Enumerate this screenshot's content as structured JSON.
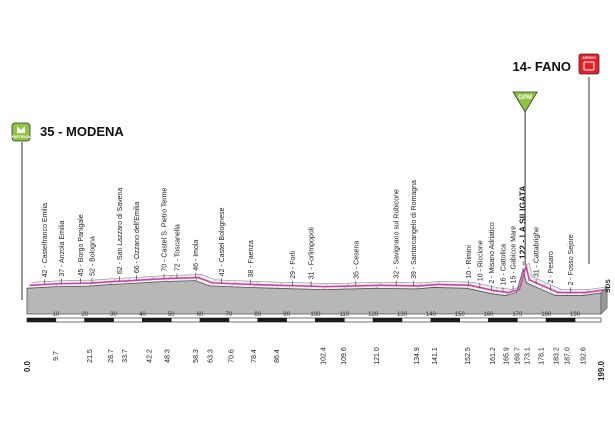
{
  "start": {
    "label": "35 - MODENA",
    "badge_text": "PARTENZA"
  },
  "finish": {
    "label": "14- FANO",
    "badge_text": "ARRIVO"
  },
  "gpm_badge_text": "GPM",
  "sds_label": "SDS",
  "towns": [
    {
      "km": 6.0,
      "label": "42 - Castelfranco Emilia",
      "climb": false
    },
    {
      "km": 12.0,
      "label": "37 - Anzola Emilia",
      "climb": false
    },
    {
      "km": 18.5,
      "label": "45 - Borgo Panigale",
      "climb": false
    },
    {
      "km": 22.5,
      "label": "52 - Bologna",
      "climb": false
    },
    {
      "km": 32.0,
      "label": "62 - San Lazzaro di Savena",
      "climb": false
    },
    {
      "km": 38.0,
      "label": "66 - Ozzano dell'Emilia",
      "climb": false
    },
    {
      "km": 47.5,
      "label": "70 - Castel S. Pietro Terme",
      "climb": false
    },
    {
      "km": 52.0,
      "label": "72 - Toscanella",
      "climb": false
    },
    {
      "km": 58.5,
      "label": "46 - Imola",
      "climb": false
    },
    {
      "km": 67.5,
      "label": "42 - Castel Bolognese",
      "climb": false
    },
    {
      "km": 77.5,
      "label": "38 - Faenza",
      "climb": false
    },
    {
      "km": 92.0,
      "label": "29 - Forlì",
      "climb": false
    },
    {
      "km": 98.5,
      "label": "31 - Forlimpopoli",
      "climb": false
    },
    {
      "km": 114.0,
      "label": "35 - Cesena",
      "climb": false
    },
    {
      "km": 128.0,
      "label": "32 - Savignano sul Rubicone",
      "climb": false
    },
    {
      "km": 134.0,
      "label": "39 - Santarcangelo di Romagna",
      "climb": false
    },
    {
      "km": 153.0,
      "label": "10 - Rimini",
      "climb": false
    },
    {
      "km": 157.0,
      "label": "10 - Riccione",
      "climb": false
    },
    {
      "km": 161.0,
      "label": "2 - Misano Adriatico",
      "climb": false
    },
    {
      "km": 165.0,
      "label": "16 - Cattolica",
      "climb": false
    },
    {
      "km": 168.5,
      "label": "15 - Gabicce Mare",
      "climb": false
    },
    {
      "km": 172.0,
      "label": "122 - LA SILIGATA",
      "climb": true
    },
    {
      "km": 176.5,
      "label": "31 - Cattabrighe",
      "climb": false
    },
    {
      "km": 181.5,
      "label": "2 - Pesaro",
      "climb": false
    },
    {
      "km": 188.5,
      "label": "2 - Fosso Sejore",
      "climb": false
    }
  ],
  "km_labels": [
    "0.0",
    "9.7",
    "21.5",
    "28.7",
    "33.7",
    "42.2",
    "48.3",
    "58.3",
    "63.3",
    "70.6",
    "78.4",
    "86.4",
    "102.4",
    "109.6",
    "121.0",
    "134.9",
    "141.1",
    "152.5",
    "161.2",
    "165.9",
    "169.7",
    "173.1",
    "178.1",
    "183.2",
    "187.0",
    "192.6",
    "199.0"
  ],
  "scale_ticks": [
    "10",
    "20",
    "30",
    "40",
    "50",
    "60",
    "70",
    "80",
    "90",
    "100",
    "110",
    "120",
    "130",
    "140",
    "150",
    "160",
    "170",
    "180",
    "190"
  ],
  "chart_data": {
    "type": "area",
    "title": "",
    "xlabel": "",
    "ylabel": "",
    "xlim": [
      0,
      199
    ],
    "x_km": [
      0,
      9.7,
      21.5,
      28.7,
      33.7,
      42.2,
      48.3,
      58.3,
      63.3,
      70.6,
      78.4,
      86.4,
      102.4,
      109.6,
      121.0,
      134.9,
      141.1,
      152.5,
      161.2,
      165.9,
      169.7,
      172.0,
      173.1,
      178.1,
      183.2,
      187.0,
      192.6,
      199.0
    ],
    "altitude_m": [
      35,
      42,
      45,
      52,
      55,
      62,
      66,
      70,
      46,
      42,
      38,
      35,
      29,
      31,
      35,
      32,
      39,
      35,
      10,
      2,
      16,
      122,
      60,
      31,
      2,
      2,
      2,
      14
    ]
  },
  "colors": {
    "profile_fill": "#b7b7b7",
    "route_line": "#cc44aa",
    "scale_bar": "#1a1a1a"
  }
}
